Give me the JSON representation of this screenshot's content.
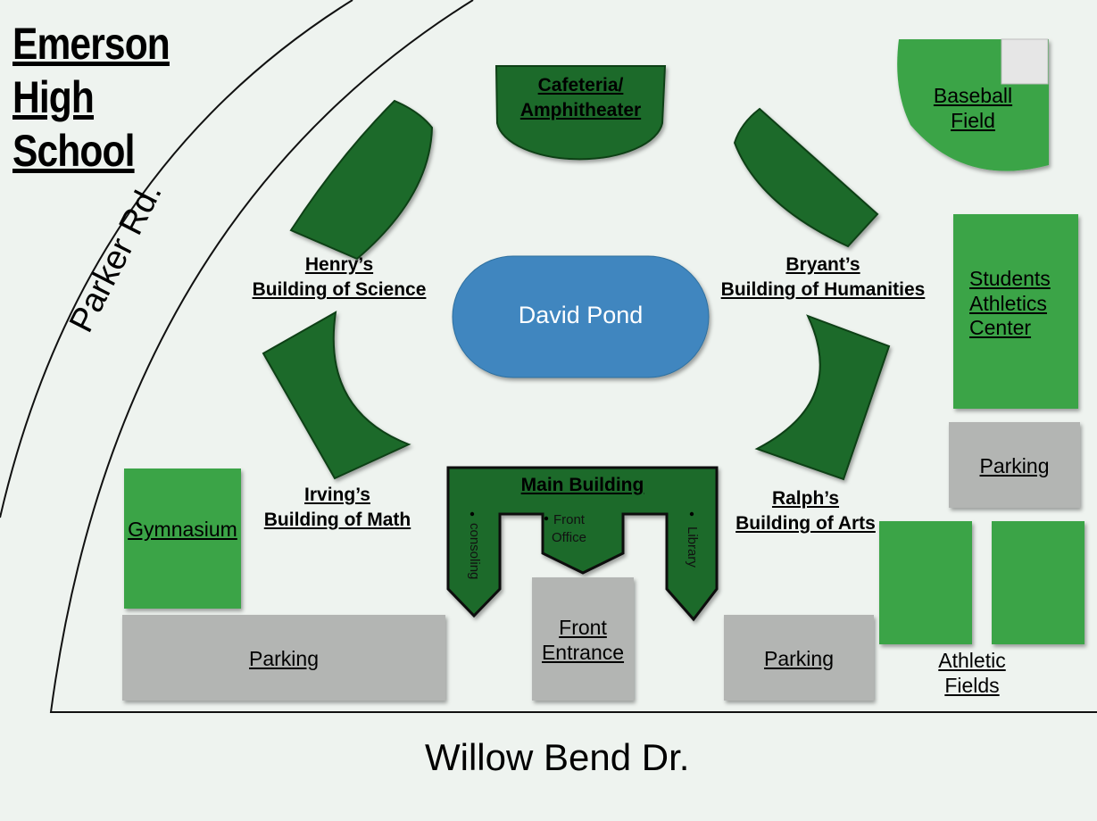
{
  "title": {
    "line1": "Emerson",
    "line2": "High",
    "line3": "School"
  },
  "roads": {
    "side": "Parker Rd.",
    "bottom": "Willow Bend Dr."
  },
  "pond": {
    "name": "David Pond"
  },
  "buildings": {
    "cafeteria": {
      "line1": "Cafeteria/",
      "line2": "Amphitheater"
    },
    "science": {
      "line1": "Henry’s",
      "line2": "Building of Science"
    },
    "humanities": {
      "line1": "Bryant’s",
      "line2": "Building of Humanities"
    },
    "math": {
      "line1": "Irving’s",
      "line2": "Building of Math"
    },
    "arts": {
      "line1": "Ralph’s",
      "line2": "Building of Arts"
    },
    "main": {
      "name": "Main Building",
      "left_wing": "consoling",
      "center_line1": "Front",
      "center_line2": "Office",
      "right_wing": "Library"
    }
  },
  "fields": {
    "baseball": {
      "line1": "Baseball",
      "line2": "Field"
    },
    "athletics_center": {
      "line1": "Students",
      "line2": "Athletics",
      "line3": "Center"
    },
    "gymnasium": {
      "name": "Gymnasium"
    },
    "athletic_fields": {
      "line1": "Athletic",
      "line2": "Fields"
    }
  },
  "lots": {
    "parking_left": "Parking",
    "front_entrance": {
      "line1": "Front",
      "line2": "Entrance"
    },
    "parking_center": "Parking",
    "parking_right": "Parking"
  },
  "colors": {
    "background": "#eef3ef",
    "building_green": "#1f6b2a",
    "field_green": "#3aa447",
    "pond_blue": "#3f86bf",
    "parking_gray": "#b3b5b3"
  }
}
